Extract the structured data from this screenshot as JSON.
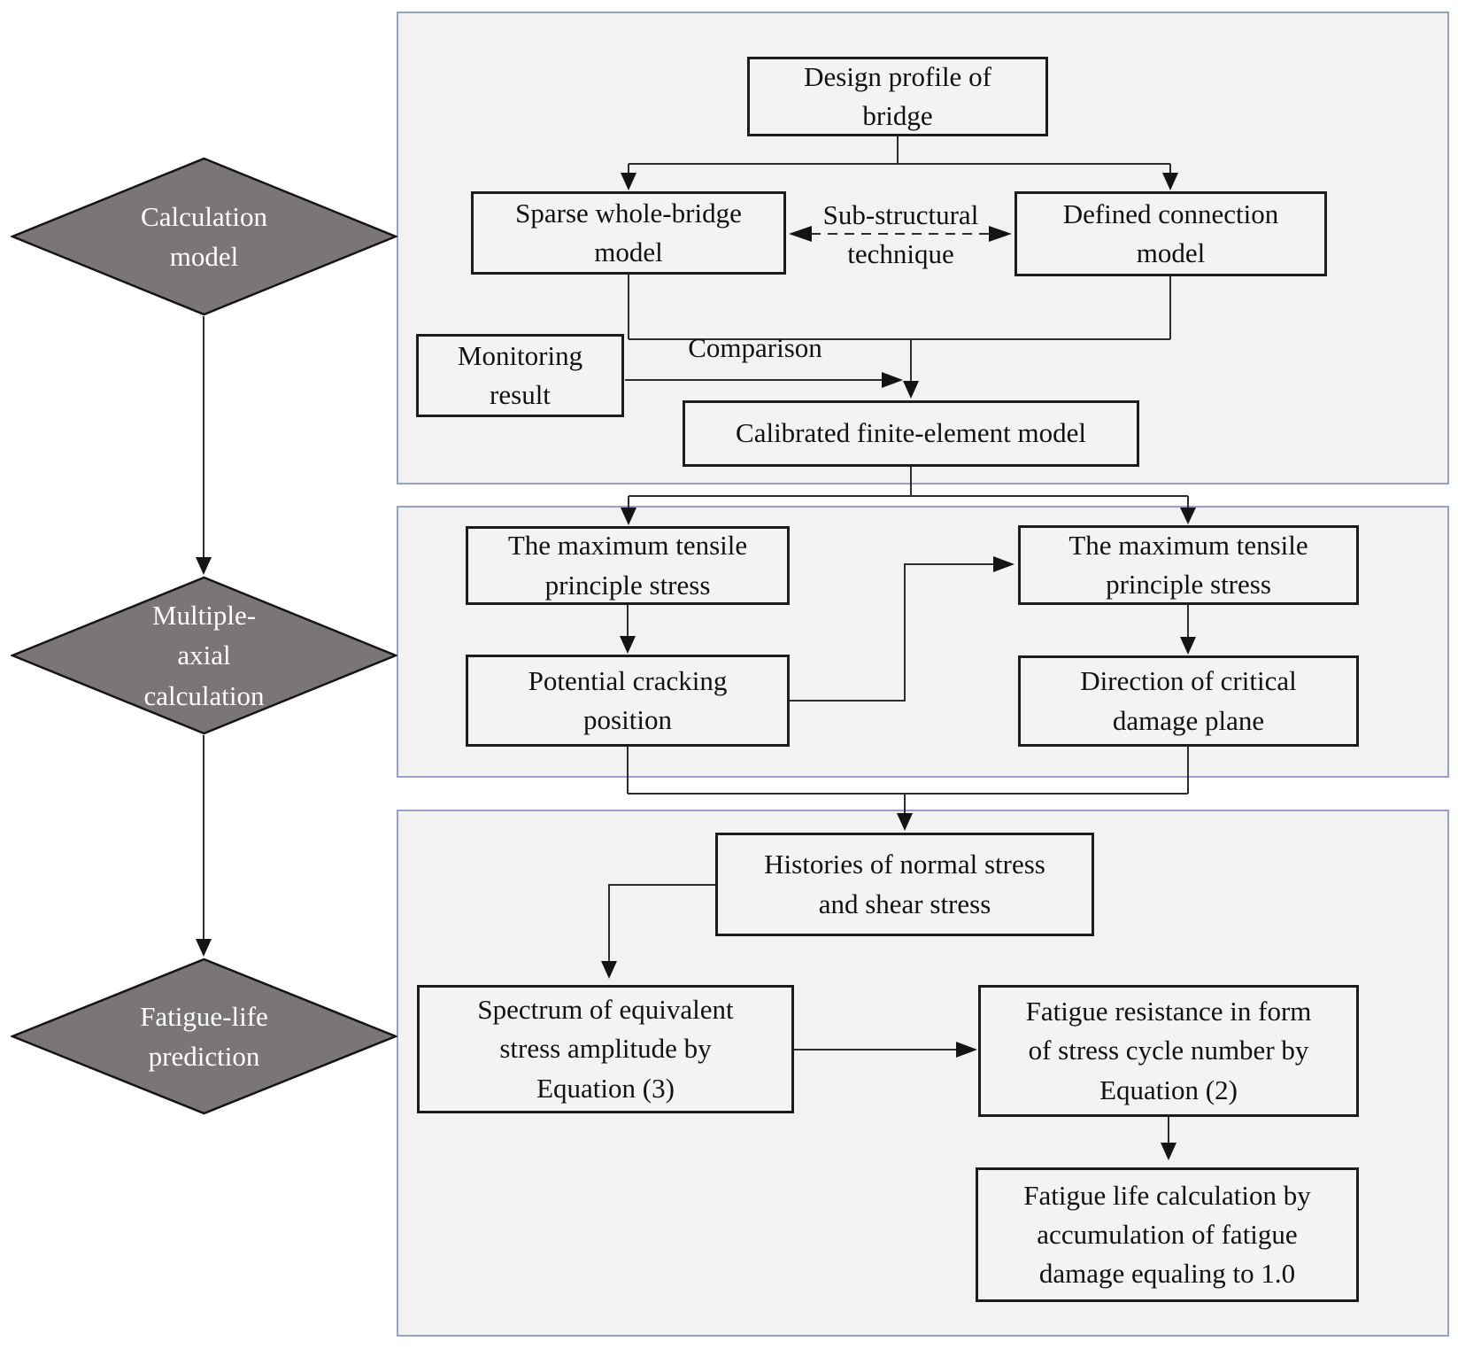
{
  "stages": {
    "calculation_model": {
      "label": "Calculation\nmodel"
    },
    "multiaxial": {
      "label": "Multiple-\naxial\ncalculation"
    },
    "fatigue_life": {
      "label": "Fatigue-life\nprediction"
    }
  },
  "nodes": {
    "design_profile": {
      "label": "Design profile of\nbridge"
    },
    "sparse_model": {
      "label": "Sparse whole-bridge\nmodel"
    },
    "defined_model": {
      "label": "Defined connection\nmodel"
    },
    "monitoring_result": {
      "label": "Monitoring\nresult"
    },
    "calibrated_model": {
      "label": "Calibrated finite-element model"
    },
    "max_tensile_left": {
      "label": "The maximum tensile\nprinciple stress"
    },
    "max_tensile_right": {
      "label": "The maximum tensile\nprinciple stress"
    },
    "potential_cracking": {
      "label": "Potential cracking\nposition"
    },
    "damage_plane": {
      "label": "Direction of critical\ndamage plane"
    },
    "stress_histories": {
      "label": "Histories of normal stress\nand shear stress"
    },
    "stress_spectrum": {
      "label": "Spectrum of equivalent\nstress amplitude by\nEquation (3)"
    },
    "fatigue_resistance": {
      "label": "Fatigue resistance in form\nof stress cycle number by\nEquation (2)"
    },
    "fatigue_life_calc": {
      "label": "Fatigue life calculation by\naccumulation of fatigue\ndamage equaling to 1.0"
    }
  },
  "edge_labels": {
    "substructural": "Sub-structural\ntechnique",
    "comparison": "Comparison"
  },
  "colors": {
    "stage_fill": "#7b7575",
    "stage_border": "#141414",
    "panel_fill": "#f2f2f2",
    "panel_border": "#94a2c6",
    "box_fill": "#f3f3f3",
    "box_border": "#1c1c1c",
    "line": "#2d2d2d",
    "stage_text": "#ffffff"
  }
}
